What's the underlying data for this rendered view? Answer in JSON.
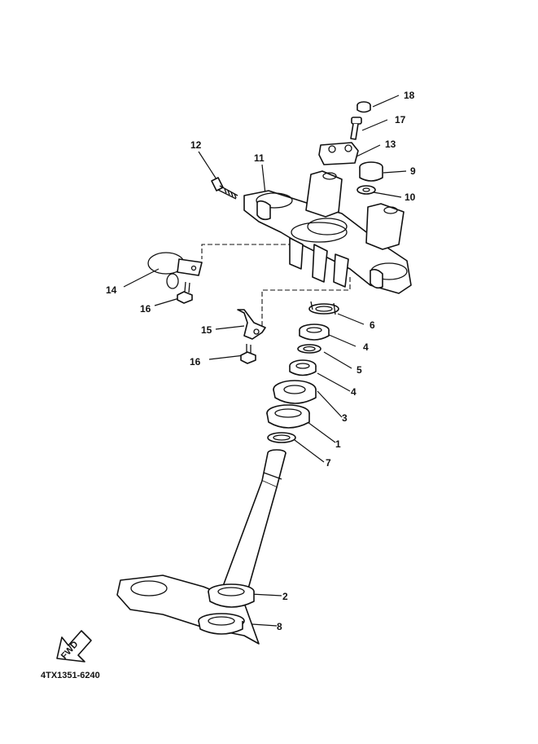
{
  "diagram": {
    "code": "4TX1351-6240",
    "fwd_label": "FWD",
    "parts": [
      {
        "id": "p18",
        "label": "18"
      },
      {
        "id": "p17",
        "label": "17"
      },
      {
        "id": "p13",
        "label": "13"
      },
      {
        "id": "p12",
        "label": "12"
      },
      {
        "id": "p11",
        "label": "11"
      },
      {
        "id": "p9",
        "label": "9"
      },
      {
        "id": "p10",
        "label": "10"
      },
      {
        "id": "p14",
        "label": "14"
      },
      {
        "id": "p16a",
        "label": "16"
      },
      {
        "id": "p15",
        "label": "15"
      },
      {
        "id": "p6",
        "label": "6"
      },
      {
        "id": "p4a",
        "label": "4"
      },
      {
        "id": "p16b",
        "label": "16"
      },
      {
        "id": "p5",
        "label": "5"
      },
      {
        "id": "p4b",
        "label": "4"
      },
      {
        "id": "p3",
        "label": "3"
      },
      {
        "id": "p1",
        "label": "1"
      },
      {
        "id": "p7",
        "label": "7"
      },
      {
        "id": "p2",
        "label": "2"
      },
      {
        "id": "p8",
        "label": "8"
      }
    ]
  }
}
